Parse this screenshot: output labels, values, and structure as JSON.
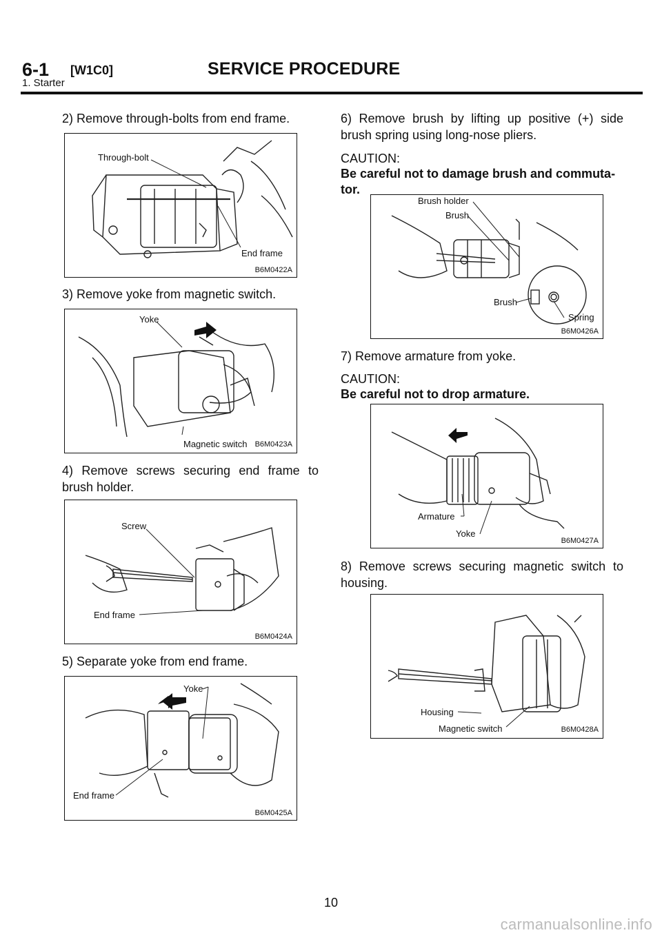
{
  "header": {
    "section_number": "6-1",
    "section_code": "[W1C0]",
    "title": "SERVICE PROCEDURE",
    "subtitle": "1. Starter"
  },
  "steps": {
    "s2": "2) Remove through-bolts from end frame.",
    "s3": "3) Remove yoke from magnetic switch.",
    "s4": "4) Remove screws securing end frame to brush holder.",
    "s5": "5) Separate yoke from end frame.",
    "s6": "6) Remove brush by lifting up positive (+) side brush spring using long-nose pliers.",
    "s7": "7) Remove armature from yoke.",
    "s8": "8) Remove screws securing magnetic switch to housing."
  },
  "cautions": {
    "heading": "CAUTION:",
    "c6": "Be careful not to damage brush and commuta-tor.",
    "c7": "Be careful not to drop armature."
  },
  "figures": {
    "f422": {
      "code": "B6M0422A",
      "labels": [
        "Through-bolt",
        "End frame"
      ]
    },
    "f423": {
      "code": "B6M0423A",
      "labels": [
        "Yoke",
        "Magnetic switch"
      ]
    },
    "f424": {
      "code": "B6M0424A",
      "labels": [
        "Screw",
        "End frame"
      ]
    },
    "f425": {
      "code": "B6M0425A",
      "labels": [
        "Yoke",
        "End frame"
      ]
    },
    "f426": {
      "code": "B6M0426A",
      "labels": [
        "Brush holder",
        "Brush",
        "Brush",
        "Spring"
      ]
    },
    "f427": {
      "code": "B6M0427A",
      "labels": [
        "Armature",
        "Yoke"
      ]
    },
    "f428": {
      "code": "B6M0428A",
      "labels": [
        "Housing",
        "Magnetic switch"
      ]
    }
  },
  "page_number": "10",
  "watermark": "carmanualsonline.info"
}
